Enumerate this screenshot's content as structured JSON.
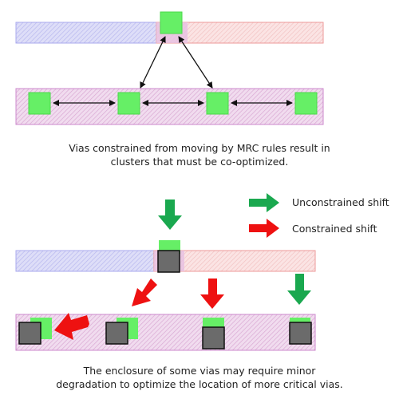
{
  "captions": {
    "top": [
      "Vias constrained from moving by MRC rules result in",
      "clusters that must be co-optimized."
    ],
    "bottom": [
      "The enclosure of some vias may require minor",
      "degradation to optimize the location of more critical vias."
    ]
  },
  "legend": {
    "unconstrained": "Unconstrained shift",
    "constrained": "Constrained shift"
  },
  "colors": {
    "blue_stripe": "#c9c9f3",
    "red_stripe": "#f5c8c8",
    "magenta_stripe": "#e6c0e0",
    "via_green": "#66ef66",
    "via_gray": "#6b6b6b",
    "arrow_green": "#1aa84f",
    "arrow_red": "#ee1111"
  }
}
